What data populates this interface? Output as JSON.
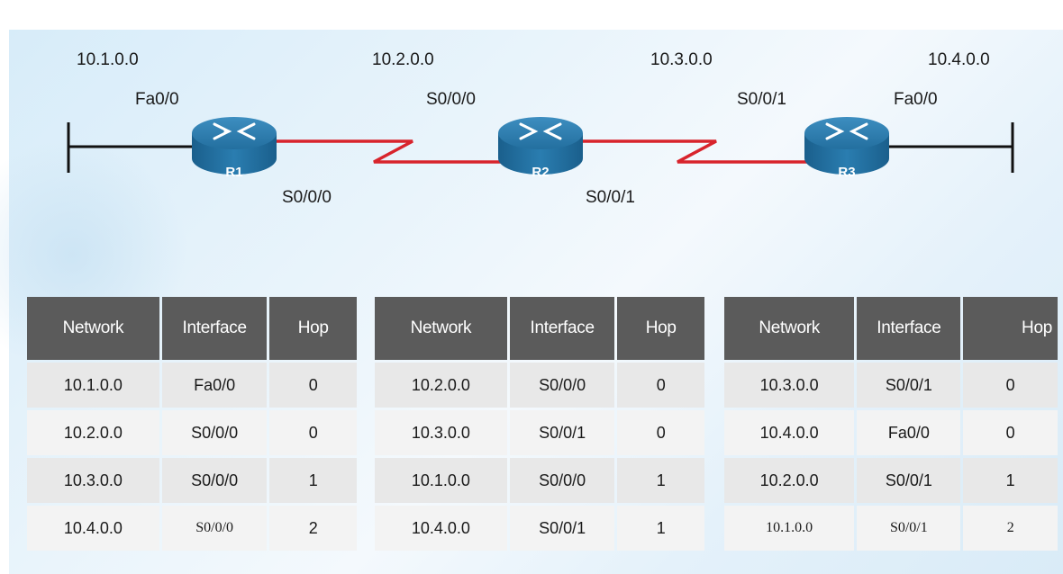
{
  "networks": [
    "10.1.0.0",
    "10.2.0.0",
    "10.3.0.0",
    "10.4.0.0"
  ],
  "interface_labels": {
    "r1_fa": "Fa0/0",
    "r1_s0": "S0/0/0",
    "r2_s0": "S0/0/0",
    "r2_s1": "S0/0/1",
    "r3_s1": "S0/0/1",
    "r3_fa": "Fa0/0"
  },
  "routers": [
    {
      "name": "R1",
      "color": "#1f6fa0"
    },
    {
      "name": "R2",
      "color": "#1f6fa0"
    },
    {
      "name": "R3",
      "color": "#1f6fa0"
    }
  ],
  "colors": {
    "serial_link": "#d8242c",
    "ethernet_link": "#111111",
    "table_header": "#5b5b5b"
  },
  "tables": [
    {
      "headers": [
        "Network",
        "Interface",
        "Hop"
      ],
      "rows": [
        [
          "10.1.0.0",
          "Fa0/0",
          "0"
        ],
        [
          "10.2.0.0",
          "S0/0/0",
          "0"
        ],
        [
          "10.3.0.0",
          "S0/0/0",
          "1"
        ],
        [
          "10.4.0.0",
          "S0/0/0",
          "2"
        ]
      ]
    },
    {
      "headers": [
        "Network",
        "Interface",
        "Hop"
      ],
      "rows": [
        [
          "10.2.0.0",
          "S0/0/0",
          "0"
        ],
        [
          "10.3.0.0",
          "S0/0/1",
          "0"
        ],
        [
          "10.1.0.0",
          "S0/0/0",
          "1"
        ],
        [
          "10.4.0.0",
          "S0/0/1",
          "1"
        ]
      ]
    },
    {
      "headers": [
        "Network",
        "Interface",
        "Hop"
      ],
      "rows": [
        [
          "10.3.0.0",
          "S0/0/1",
          "0"
        ],
        [
          "10.4.0.0",
          "Fa0/0",
          "0"
        ],
        [
          "10.2.0.0",
          "S0/0/1",
          "1"
        ],
        [
          "10.1.0.0",
          "S0/0/1",
          "2"
        ]
      ]
    }
  ]
}
